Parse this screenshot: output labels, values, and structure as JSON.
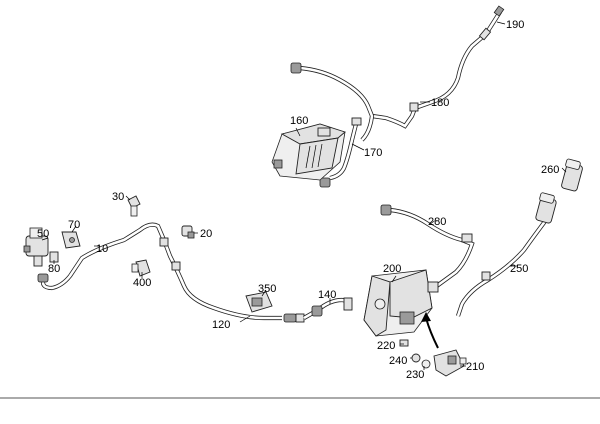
{
  "callouts": {
    "c10": "10",
    "c20": "20",
    "c30": "30",
    "c50": "50",
    "c70": "70",
    "c80": "80",
    "c120": "120",
    "c140": "140",
    "c160": "160",
    "c170": "170",
    "c180": "180",
    "c190": "190",
    "c200": "200",
    "c210": "210",
    "c220": "220",
    "c230": "230",
    "c240": "240",
    "c250": "250",
    "c260": "260",
    "c280": "280",
    "c350": "350",
    "c400": "400"
  }
}
